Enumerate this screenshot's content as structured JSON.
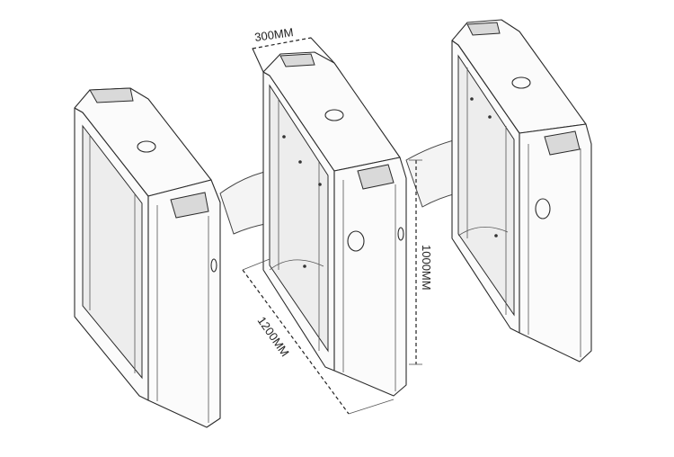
{
  "dimensions": {
    "width_label": "300MM",
    "length_label": "1200MM",
    "height_label": "1000MM"
  }
}
